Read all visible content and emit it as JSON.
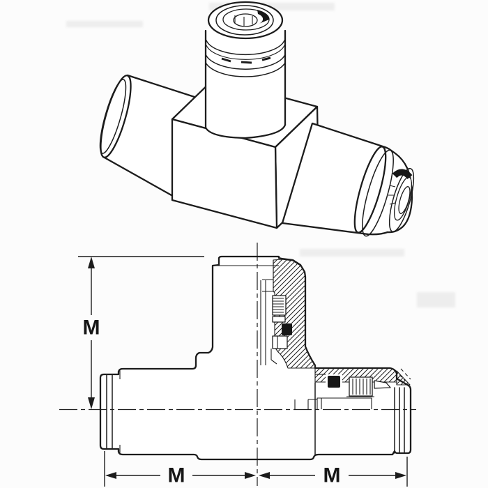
{
  "figure": {
    "kind": "scanned technical line drawing",
    "subject": "push-to-connect union tee fitting",
    "views": [
      "isometric pictorial view",
      "half-section dimensional view"
    ],
    "ink_color": "#1c1c1c",
    "paper_color": "#fcfcfc"
  },
  "dimensions": {
    "height": {
      "label": "M"
    },
    "width_left": {
      "label": "M"
    },
    "width_right": {
      "label": "M"
    }
  }
}
